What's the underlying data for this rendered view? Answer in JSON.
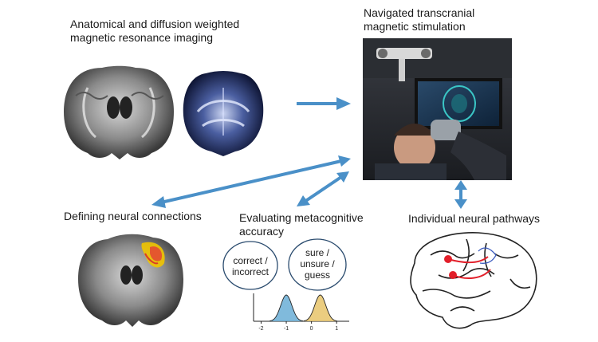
{
  "labels": {
    "mri": [
      "Anatomical and diffusion weighted",
      "magnetic resonance imaging"
    ],
    "tms": [
      "Navigated transcranial",
      "magnetic stimulation"
    ],
    "connections": "Defining neural connections",
    "metacog": [
      "Evaluating metacognitive",
      "accuracy"
    ],
    "pathways": "Individual neural pathways"
  },
  "ovals": {
    "left": [
      "correct /",
      "incorrect"
    ],
    "right": [
      "sure /",
      "unsure /",
      "guess"
    ]
  },
  "chart_data": {
    "type": "area",
    "x_ticks": [
      "-2",
      "-1",
      "0",
      "1"
    ],
    "series": [
      {
        "color": "#6aaed6",
        "mean": -1.0,
        "sd": 0.22
      },
      {
        "color": "#e8c46a",
        "mean": 0.35,
        "sd": 0.22
      }
    ]
  },
  "colors": {
    "arrow": "#4a90c8",
    "arrow_dark": "#2d6fa8"
  }
}
